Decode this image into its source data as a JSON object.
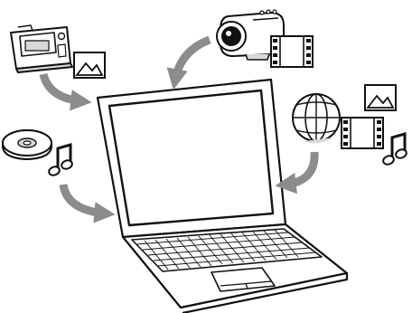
{
  "diagram": {
    "sources": [
      {
        "name": "digital-camera",
        "media": [
          "photo-icon"
        ]
      },
      {
        "name": "video-camera",
        "media": [
          "video-icon"
        ]
      },
      {
        "name": "audio-cd",
        "media": [
          "music-icon"
        ]
      },
      {
        "name": "internet",
        "media": [
          "photo-icon",
          "video-icon",
          "music-icon"
        ]
      }
    ],
    "target": "laptop-computer",
    "colors": {
      "line": "#111111",
      "arrow": "#8c8c8c",
      "fill": "#ffffff",
      "shade": "#d8d8d8"
    }
  }
}
